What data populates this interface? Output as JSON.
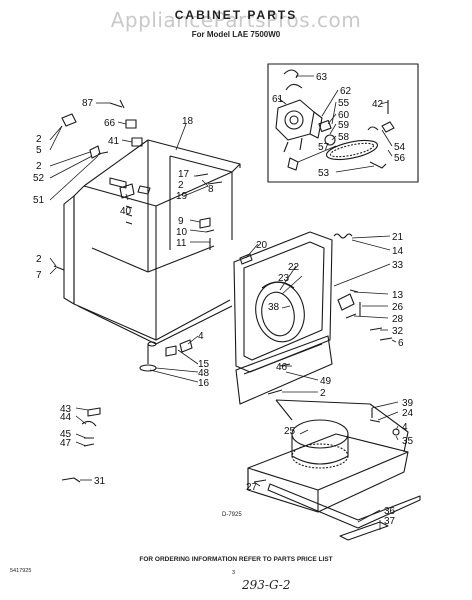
{
  "watermark": "AppliancePartsPros.com",
  "title": "CABINET PARTS",
  "model_line": "For Model LAE 7500W0",
  "drawing_code": "D-7925",
  "footer": {
    "note": "FOR ORDERING INFORMATION REFER TO PARTS PRICE LIST",
    "left_code": "5417925",
    "page_num": "3",
    "handwritten": "293-G-2"
  },
  "labels": [
    "87",
    "66",
    "2",
    "5",
    "41",
    "2",
    "52",
    "51",
    "18",
    "17",
    "2",
    "8",
    "19",
    "40",
    "9",
    "10",
    "11",
    "20",
    "2",
    "7",
    "4",
    "15",
    "48",
    "16",
    "63",
    "62",
    "61",
    "55",
    "42",
    "60",
    "59",
    "58",
    "57",
    "53",
    "54",
    "56",
    "21",
    "14",
    "33",
    "22",
    "23",
    "38",
    "13",
    "26",
    "28",
    "32",
    "6",
    "46",
    "49",
    "2",
    "43",
    "44",
    "45",
    "47",
    "31",
    "39",
    "24",
    "4",
    "35",
    "25",
    "27",
    "36",
    "37"
  ]
}
